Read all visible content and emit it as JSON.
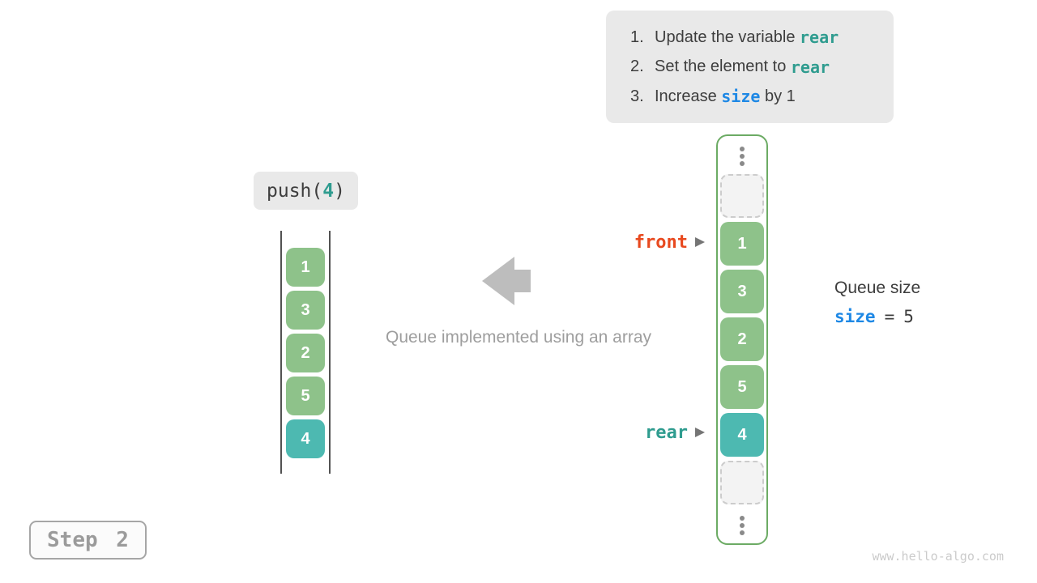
{
  "colors": {
    "cell_green": "#8EC28A",
    "cell_teal": "#4DB9B1",
    "array_border_green": "#6CAB64",
    "front_orange": "#E8491F",
    "rear_teal": "#2F9C8F",
    "size_blue": "#1E88E5",
    "box_gray": "#E9E9E9",
    "text_dark": "#3D3D3D",
    "muted_gray": "#9E9E9E",
    "arrow_gray": "#BDBDBD"
  },
  "instructions": {
    "items": [
      {
        "num": "1.",
        "pre": "Update the variable ",
        "code": "rear",
        "post": ""
      },
      {
        "num": "2.",
        "pre": "Set the element to ",
        "code": "rear",
        "post": ""
      },
      {
        "num": "3.",
        "pre": "Increase ",
        "code": "size",
        "post": " by 1"
      }
    ]
  },
  "push_call": {
    "fn": "push(",
    "arg": "4",
    "close": ")"
  },
  "left_queue": {
    "values": [
      "1",
      "3",
      "2",
      "5",
      "4"
    ]
  },
  "caption": "Queue implemented using an array",
  "array": {
    "front_label": "front",
    "rear_label": "rear",
    "values": [
      "1",
      "3",
      "2",
      "5",
      "4"
    ]
  },
  "queue_size": {
    "title": "Queue size",
    "variable": "size",
    "operator": "=",
    "value": "5"
  },
  "step_badge": {
    "label": "Step 2"
  },
  "watermark": "www.hello-algo.com"
}
